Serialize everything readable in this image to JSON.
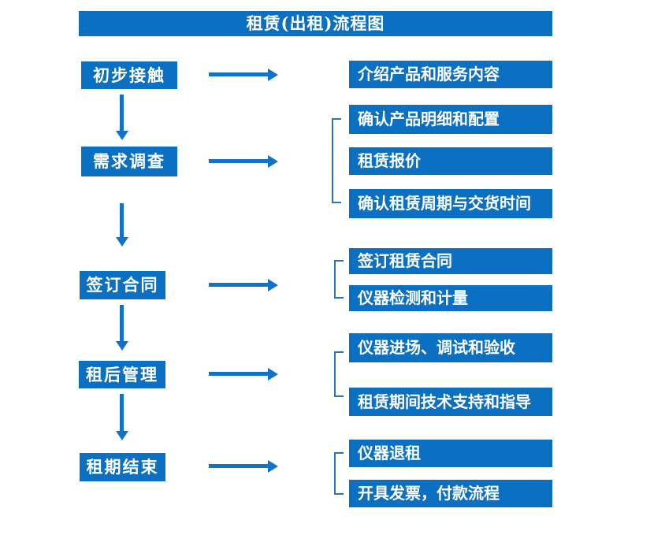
{
  "title": "租赁(出租)流程图",
  "colors": {
    "box_blue": "#0b70c2",
    "arrow_blue": "#1172ca",
    "bracket_blue": "#2e74b5",
    "text_white": "#ffffff",
    "background": "#ffffff"
  },
  "stages": [
    {
      "label": "初步接触",
      "outputs": [
        "介绍产品和服务内容"
      ]
    },
    {
      "label": "需求调查",
      "outputs": [
        "确认产品明细和配置",
        "租赁报价",
        "确认租赁周期与交货时间"
      ]
    },
    {
      "label": "签订合同",
      "outputs": [
        "签订租赁合同",
        "仪器检测和计量"
      ]
    },
    {
      "label": "租后管理",
      "outputs": [
        "仪器进场、调试和验收",
        "租赁期间技术支持和指导"
      ]
    },
    {
      "label": "租期结束",
      "outputs": [
        "仪器退租",
        "开具发票，付款流程"
      ]
    }
  ]
}
